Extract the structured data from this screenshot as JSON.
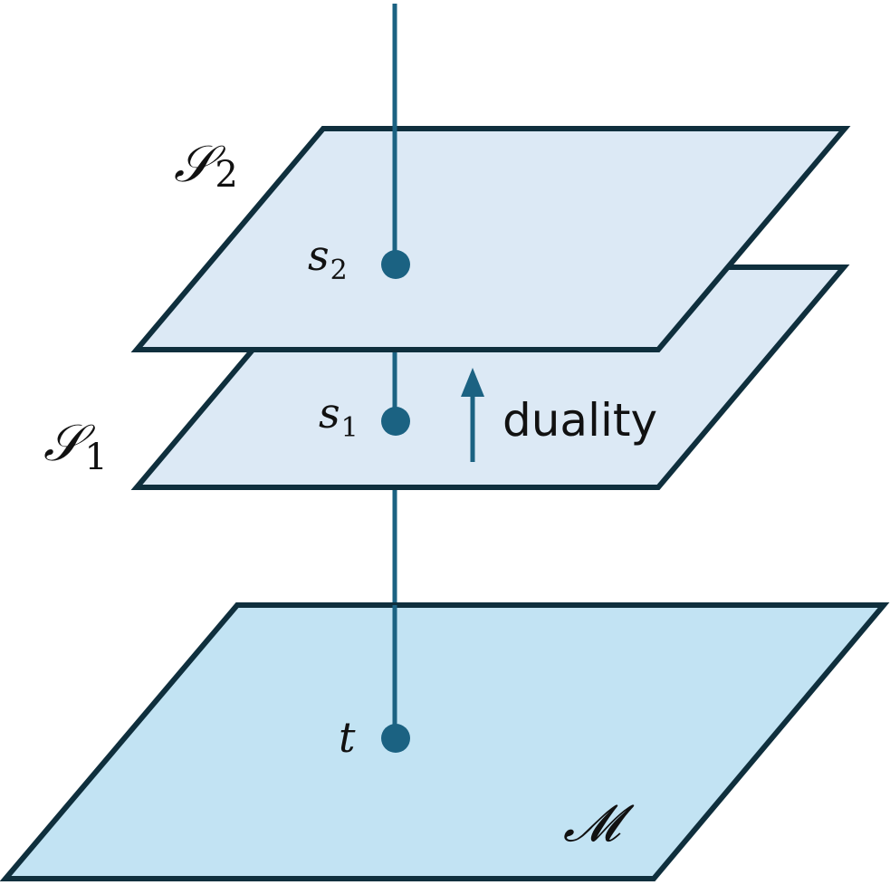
{
  "colors": {
    "upper_plane_fill": "#dce9f5",
    "base_plane_fill": "#c2e3f3",
    "outline": "#0f2f3d",
    "fibre": "#1b6282"
  },
  "planes": {
    "s2": {
      "name": "𝒮",
      "index": "2"
    },
    "s1": {
      "name": "𝒮",
      "index": "1"
    },
    "m": {
      "name": "𝓜"
    }
  },
  "points": {
    "s2": {
      "name": "s",
      "index": "2"
    },
    "s1": {
      "name": "s",
      "index": "1"
    },
    "t": {
      "name": "t"
    }
  },
  "annotation": {
    "text": "duality",
    "icon": "up-arrow-icon"
  }
}
